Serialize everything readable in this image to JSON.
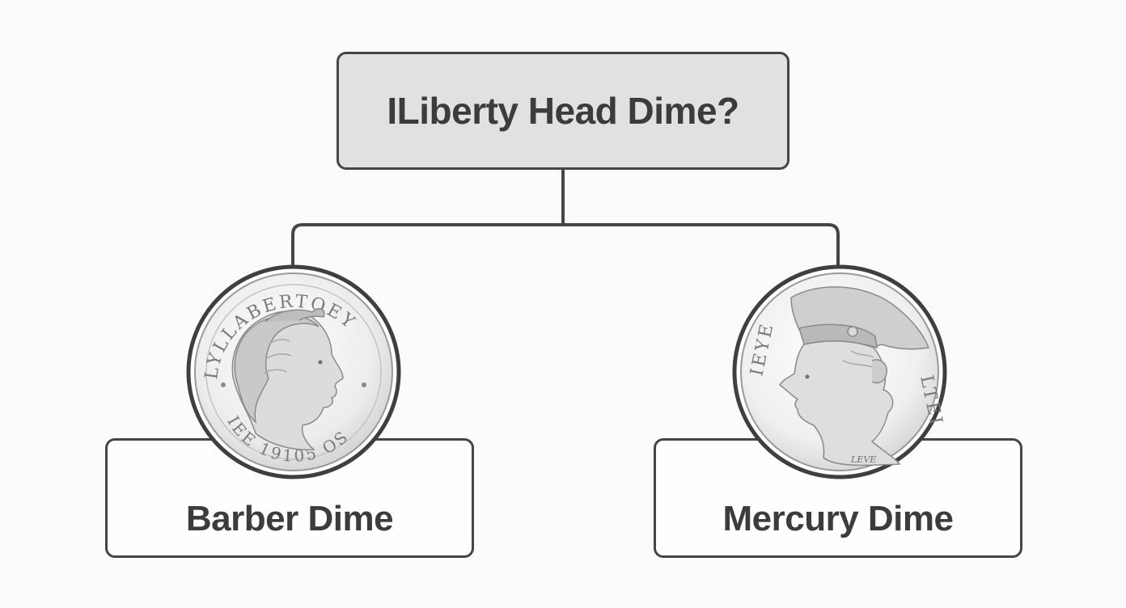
{
  "diagram": {
    "root": {
      "label": "ILiberty Head Dime?"
    },
    "children": [
      {
        "label": "Barber Dime",
        "coin_icon": "barber-dime-coin-icon"
      },
      {
        "label": "Mercury Dime",
        "coin_icon": "mercury-dime-coin-icon"
      }
    ]
  },
  "colors": {
    "background": "#fbfbfb",
    "root_fill": "#e1e1e1",
    "box_fill": "#fefefe",
    "stroke": "#454545",
    "text": "#3c3c3c"
  },
  "coin_inscriptions": {
    "barber_top": "LYLLABERTOEY",
    "barber_bottom": "IEE  19105  OS",
    "mercury_left": "IEYE",
    "mercury_right": "LTEI",
    "mercury_small": "LEVE"
  }
}
